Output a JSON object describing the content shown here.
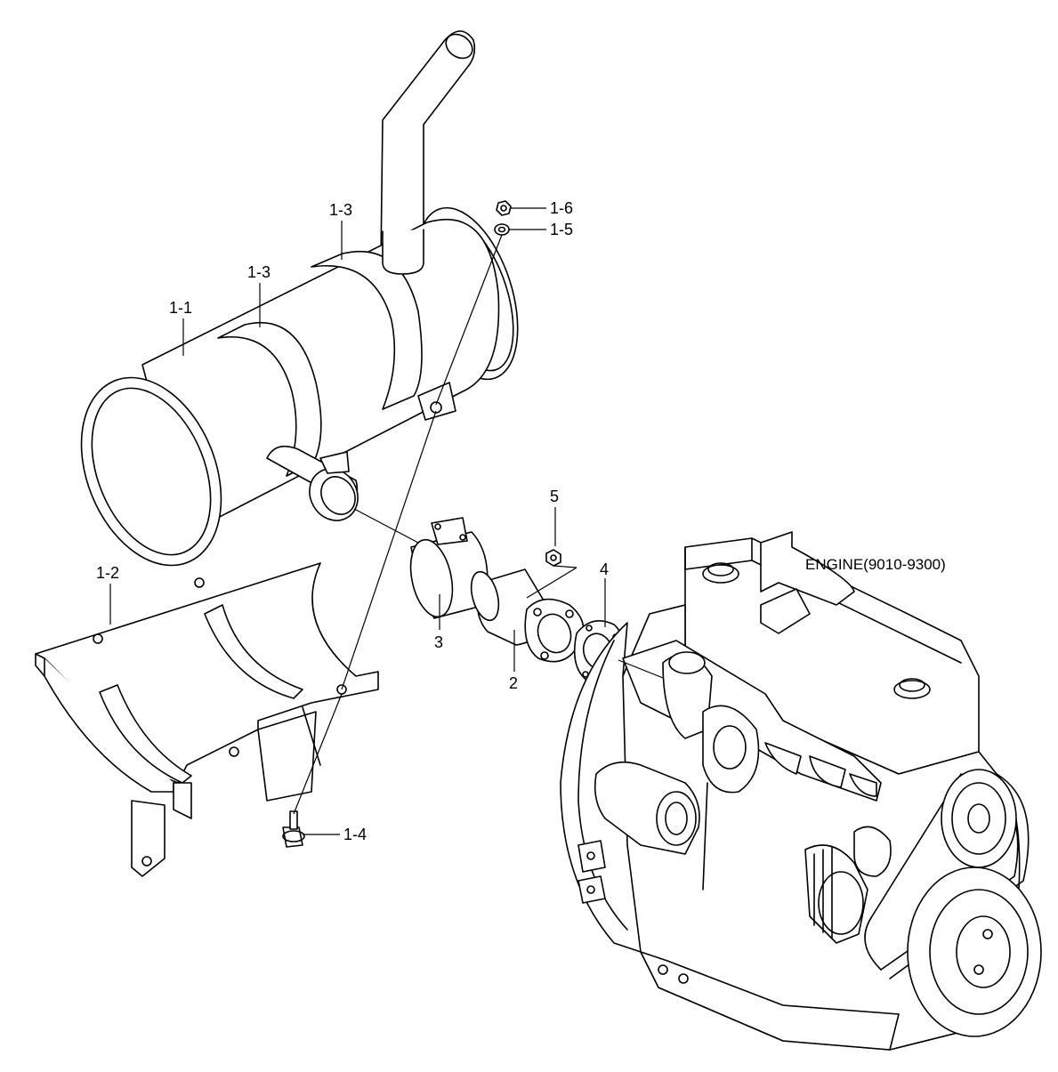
{
  "diagram_title": "ENGINE(9010-9300)",
  "callouts": {
    "muffler": "1-1",
    "heat_shield": "1-2",
    "band_front": "1-3",
    "band_rear": "1-3",
    "bolt": "1-4",
    "washer": "1-5",
    "nut_top": "1-6",
    "exhaust_pipe": "2",
    "clamp": "3",
    "gasket": "4",
    "nut": "5"
  }
}
